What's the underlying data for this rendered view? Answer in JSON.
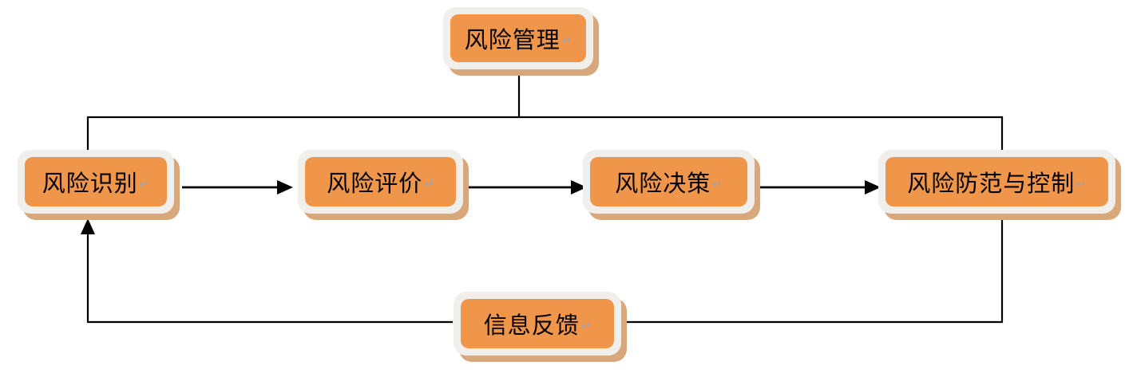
{
  "colors": {
    "node_fill": "#F0964B",
    "node_border": "#F1EFEC",
    "node_shadow": "#D8A87C",
    "connector": "#000000",
    "paragraph_mark": "#8EA9C1",
    "canvas_bg": "#FFFFFF"
  },
  "nodes": [
    {
      "id": "risk-management",
      "label": "风险管理",
      "mark": "↵"
    },
    {
      "id": "risk-identification",
      "label": "风险识别",
      "mark": "↵"
    },
    {
      "id": "risk-evaluation",
      "label": "风险评价",
      "mark": "↵"
    },
    {
      "id": "risk-decision",
      "label": "风险决策",
      "mark": "↵"
    },
    {
      "id": "risk-prevention-control",
      "label": "风险防范与控制",
      "mark": "↵"
    },
    {
      "id": "information-feedback",
      "label": "信息反馈",
      "mark": "↵"
    }
  ],
  "edges": [
    {
      "from": "风险管理",
      "to": "风险识别",
      "type": "line",
      "route": "down-then-left-branch"
    },
    {
      "from": "风险管理",
      "to": "风险防范与控制",
      "type": "line",
      "route": "down-then-right-branch"
    },
    {
      "from": "风险识别",
      "to": "风险评价",
      "type": "arrow",
      "route": "horizontal"
    },
    {
      "from": "风险评价",
      "to": "风险决策",
      "type": "arrow",
      "route": "horizontal"
    },
    {
      "from": "风险决策",
      "to": "风险防范与控制",
      "type": "arrow",
      "route": "horizontal"
    },
    {
      "from": "风险防范与控制",
      "to": "信息反馈",
      "type": "line",
      "route": "down-then-left"
    },
    {
      "from": "信息反馈",
      "to": "风险识别",
      "type": "arrow",
      "route": "left-then-up"
    }
  ]
}
